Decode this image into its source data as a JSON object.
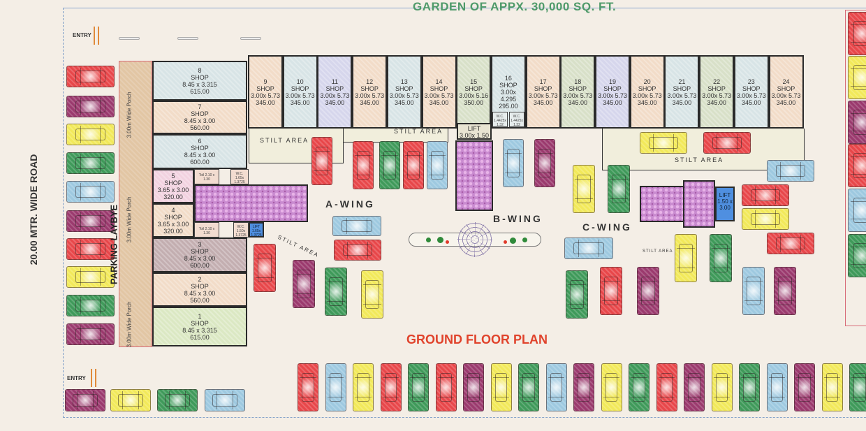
{
  "header": {
    "garden_title": "GARDEN OF APPX. 30,000 SQ. FT."
  },
  "labels": {
    "road": "20.00 MTR. WIDE ROAD",
    "entry_top": "ENTRY",
    "entry_bottom": "ENTRY",
    "parking_laybye": "PARKING LAYBYE",
    "porch_1": "3.00m Wide Porch",
    "porch_2": "3.00m Wide Porch",
    "porch_3": "3.00m Wide Porch",
    "plan_title": "GROUND FLOOR PLAN",
    "stilt_area": "STILT AREA"
  },
  "wings": {
    "a": "A-WING",
    "b": "B-WING",
    "c": "C-WING"
  },
  "lifts": {
    "a": {
      "label": "LIFT",
      "dims": "1.65x 1.3725"
    },
    "b": {
      "label": "LIFT",
      "dims": "3.00x 1.50"
    },
    "c": {
      "label": "LIFT",
      "dims": "1.50 x 3.00"
    }
  },
  "toilets": {
    "a_tl_top": "Toil 2.10 x 1.30",
    "a_tl_bottom": "Toil 2.10 x 1.30",
    "a_wc_top": "W.C. 1.65x 1.3725",
    "a_wc_bottom": "W.C. 1.50x 1.3725",
    "b_wc_1": "W.C. 1.4425x 1.32",
    "b_wc_2": "W.C. 1.4425x 1.32"
  },
  "left_shops": [
    {
      "num": "8",
      "type": "SHOP",
      "dims": "8.45 x 3.315",
      "area": "615.00",
      "color": "c-blue"
    },
    {
      "num": "7",
      "type": "SHOP",
      "dims": "8.45 x 3.00",
      "area": "560.00",
      "color": "c-peach"
    },
    {
      "num": "6",
      "type": "SHOP",
      "dims": "8.45 x 3.00",
      "area": "600.00",
      "color": "c-blue"
    },
    {
      "num": "5",
      "type": "SHOP",
      "dims": "3.65 x 3.00",
      "area": "320.00",
      "color": "c-pink"
    },
    {
      "num": "4",
      "type": "SHOP",
      "dims": "3.65 x 3.00",
      "area": "320.00",
      "color": "c-peach"
    },
    {
      "num": "3",
      "type": "SHOP",
      "dims": "8.45 x 3.00",
      "area": "600.00",
      "color": "c-mauve"
    },
    {
      "num": "2",
      "type": "SHOP",
      "dims": "8.45 x 3.00",
      "area": "560.00",
      "color": "c-peach"
    },
    {
      "num": "1",
      "type": "SHOP",
      "dims": "8.45 x 3.315",
      "area": "615.00",
      "color": "c-green"
    }
  ],
  "top_shops": [
    {
      "num": "9",
      "type": "SHOP",
      "dims": "3.00x 5.73",
      "area": "345.00",
      "color": "c-peach"
    },
    {
      "num": "10",
      "type": "SHOP",
      "dims": "3.00x 5.73",
      "area": "345.00",
      "color": "c-blue"
    },
    {
      "num": "11",
      "type": "SHOP",
      "dims": "3.00x 5.73",
      "area": "345.00",
      "color": "c-lav"
    },
    {
      "num": "12",
      "type": "SHOP",
      "dims": "3.00x 5.73",
      "area": "345.00",
      "color": "c-peach"
    },
    {
      "num": "13",
      "type": "SHOP",
      "dims": "3.00x 5.73",
      "area": "345.00",
      "color": "c-blue"
    },
    {
      "num": "14",
      "type": "SHOP",
      "dims": "3.00x 5.73",
      "area": "345.00",
      "color": "c-peach"
    },
    {
      "num": "15",
      "type": "SHOP",
      "dims": "3.00x 5.16",
      "area": "350.00",
      "color": "c-sage"
    },
    {
      "num": "16",
      "type": "SHOP",
      "dims": "3.00x 4.295",
      "area": "295.00",
      "color": "c-blue"
    },
    {
      "num": "17",
      "type": "SHOP",
      "dims": "3.00x 5.73",
      "area": "345.00",
      "color": "c-peach"
    },
    {
      "num": "18",
      "type": "SHOP",
      "dims": "3.00x 5.73",
      "area": "345.00",
      "color": "c-sage"
    },
    {
      "num": "19",
      "type": "SHOP",
      "dims": "3.00x 5.73",
      "area": "345.00",
      "color": "c-lav"
    },
    {
      "num": "20",
      "type": "SHOP",
      "dims": "3.00x 5.73",
      "area": "345.00",
      "color": "c-peach"
    },
    {
      "num": "21",
      "type": "SHOP",
      "dims": "3.00x 5.73",
      "area": "345.00",
      "color": "c-blue"
    },
    {
      "num": "22",
      "type": "SHOP",
      "dims": "3.00x 5.73",
      "area": "345.00",
      "color": "c-sage"
    },
    {
      "num": "23",
      "type": "SHOP",
      "dims": "3.00x 5.73",
      "area": "345.00",
      "color": "c-blue"
    },
    {
      "num": "24",
      "type": "SHOP",
      "dims": "3.00x 5.73",
      "area": "345.00",
      "color": "c-peach"
    }
  ],
  "colors": {
    "background": "#f4eee6",
    "garden_title": "#4f9a6a",
    "plan_title": "#e0432c",
    "wall": "#2a2a2a",
    "core_pattern": "#c98bd0",
    "lift_blue": "#4f8fe0",
    "car_red": "#e8474a",
    "car_purple": "#9b3a6e",
    "car_yellow": "#f2e95a",
    "car_green": "#3f9a5a",
    "car_blue": "#9ec9e0"
  },
  "parking": {
    "left_column": [
      "red",
      "purple",
      "yellow",
      "green",
      "blue",
      "purple",
      "red",
      "yellow",
      "green",
      "purple"
    ],
    "bottom_row_horizontal": [
      "purple",
      "yellow",
      "green",
      "blue"
    ],
    "bottom_row_vertical": [
      "red",
      "blue",
      "yellow",
      "red",
      "green",
      "red",
      "purple",
      "yellow",
      "green",
      "blue",
      "purple",
      "yellow",
      "green",
      "red",
      "purple",
      "yellow",
      "green",
      "blue",
      "purple",
      "yellow",
      "green"
    ],
    "right_column": [
      "red",
      "yellow",
      "purple",
      "red",
      "blue",
      "green"
    ]
  }
}
